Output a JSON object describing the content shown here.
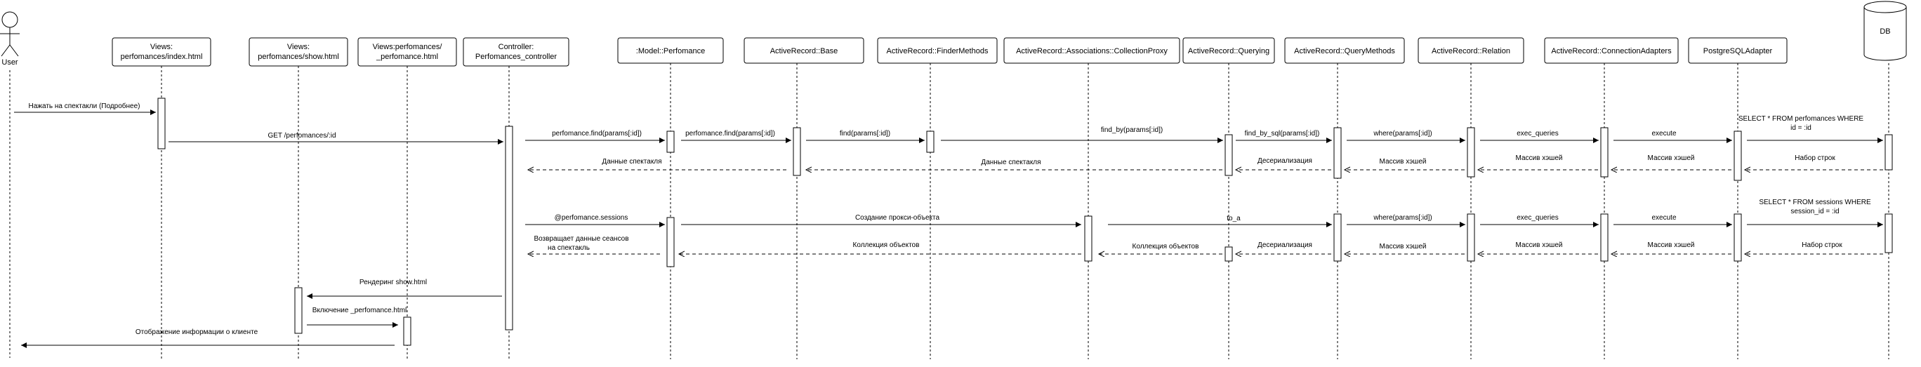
{
  "actor": {
    "label": "User"
  },
  "participants": [
    {
      "id": "views_index",
      "lines": [
        "Views:",
        "perfomances/index.html"
      ]
    },
    {
      "id": "views_show",
      "lines": [
        "Views:",
        "perfomances/show.html"
      ]
    },
    {
      "id": "views_partial",
      "lines": [
        "Views:perfomances/",
        "_perfomance.html"
      ]
    },
    {
      "id": "controller",
      "lines": [
        "Controller:",
        "Perfomances_controller"
      ]
    },
    {
      "id": "model",
      "lines": [
        ":Model::Perfomance"
      ]
    },
    {
      "id": "ar_base",
      "lines": [
        "ActiveRecord::Base"
      ]
    },
    {
      "id": "ar_finder",
      "lines": [
        "ActiveRecord::FinderMethods"
      ]
    },
    {
      "id": "ar_proxy",
      "lines": [
        "ActiveRecord::Associations::CollectionProxy"
      ]
    },
    {
      "id": "ar_querying",
      "lines": [
        "ActiveRecord::Querying"
      ]
    },
    {
      "id": "ar_querymethods",
      "lines": [
        "ActiveRecord::QueryMethods"
      ]
    },
    {
      "id": "ar_relation",
      "lines": [
        "ActiveRecord::Relation"
      ]
    },
    {
      "id": "ar_connadapters",
      "lines": [
        "ActiveRecord::ConnectionAdapters"
      ]
    },
    {
      "id": "pg_adapter",
      "lines": [
        "PostgreSQLAdapter"
      ]
    },
    {
      "id": "db",
      "lines": [
        "DB"
      ]
    }
  ],
  "messages": [
    {
      "id": "m1",
      "lines": [
        "Нажать на спектакли (Подробнее)"
      ]
    },
    {
      "id": "m2",
      "lines": [
        "GET /perfomances/:id"
      ]
    },
    {
      "id": "m3",
      "lines": [
        "perfomance.find(params[:id])"
      ]
    },
    {
      "id": "m4",
      "lines": [
        "perfomance.find(params[:id])"
      ]
    },
    {
      "id": "m5",
      "lines": [
        "find(params[:id])"
      ]
    },
    {
      "id": "m6",
      "lines": [
        "find_by(params[:id])"
      ]
    },
    {
      "id": "m7",
      "lines": [
        "find_by_sql(params[:id])"
      ]
    },
    {
      "id": "m8",
      "lines": [
        "where(params[:id])"
      ]
    },
    {
      "id": "m9",
      "lines": [
        "exec_queries"
      ]
    },
    {
      "id": "m10",
      "lines": [
        "execute"
      ]
    },
    {
      "id": "m11",
      "lines": [
        "SELECT * FROM perfomances WHERE",
        "id = :id"
      ]
    },
    {
      "id": "m12",
      "lines": [
        "Набор строк"
      ]
    },
    {
      "id": "m13",
      "lines": [
        "Массив хэшей"
      ]
    },
    {
      "id": "m14",
      "lines": [
        "Массив хэшей"
      ]
    },
    {
      "id": "m15",
      "lines": [
        "Массив хэшей"
      ]
    },
    {
      "id": "m16",
      "lines": [
        "Десериализация"
      ]
    },
    {
      "id": "m17",
      "lines": [
        "Данные спектакля"
      ]
    },
    {
      "id": "m18",
      "lines": [
        "Данные спектакля"
      ]
    },
    {
      "id": "m19",
      "lines": [
        "@perfomance.sessions"
      ]
    },
    {
      "id": "m20",
      "lines": [
        "Создание прокси-объекта"
      ]
    },
    {
      "id": "m21",
      "lines": [
        "to_a"
      ]
    },
    {
      "id": "m22",
      "lines": [
        "where(params[:id])"
      ]
    },
    {
      "id": "m23",
      "lines": [
        "exec_queries"
      ]
    },
    {
      "id": "m24",
      "lines": [
        "execute"
      ]
    },
    {
      "id": "m25",
      "lines": [
        "SELECT * FROM sessions WHERE",
        "session_id = :id"
      ]
    },
    {
      "id": "m26",
      "lines": [
        "Набор строк"
      ]
    },
    {
      "id": "m27",
      "lines": [
        "Массив хэшей"
      ]
    },
    {
      "id": "m28",
      "lines": [
        "Массив хэшей"
      ]
    },
    {
      "id": "m29",
      "lines": [
        "Массив хэшей"
      ]
    },
    {
      "id": "m30",
      "lines": [
        "Десериализация"
      ]
    },
    {
      "id": "m31",
      "lines": [
        "Коллекция объектов"
      ]
    },
    {
      "id": "m32",
      "lines": [
        "Коллекция объектов"
      ]
    },
    {
      "id": "m33",
      "lines": [
        "Возвращает данные сеансов",
        "на спектакль"
      ]
    },
    {
      "id": "m34",
      "lines": [
        "Рендеринг show.html"
      ]
    },
    {
      "id": "m35",
      "lines": [
        "Включение _perfomance.html"
      ]
    },
    {
      "id": "m36",
      "lines": [
        "Отображение информации о клиенте"
      ]
    }
  ]
}
